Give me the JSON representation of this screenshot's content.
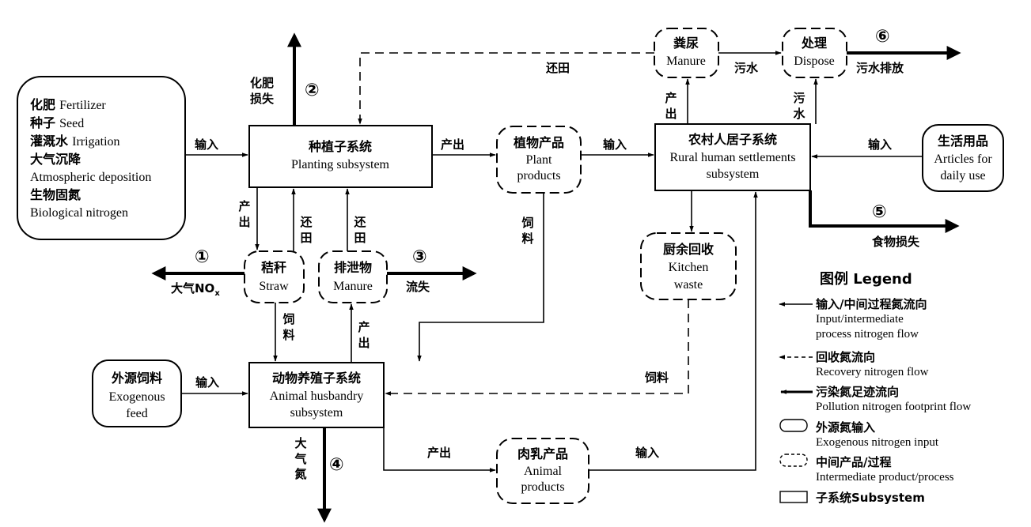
{
  "exogenous_inputs": {
    "lines": [
      {
        "zh": "化肥",
        "en": "Fertilizer"
      },
      {
        "zh": "种子",
        "en": "Seed"
      },
      {
        "zh": "灌溉水",
        "en": "Irrigation"
      },
      {
        "zh": "大气沉降",
        "en": ""
      },
      {
        "zh": "",
        "en": "Atmospheric deposition"
      },
      {
        "zh": "生物固氮",
        "en": ""
      },
      {
        "zh": "",
        "en": "Biological nitrogen"
      }
    ]
  },
  "nodes": {
    "planting": {
      "zh": "种植子系统",
      "en": "Planting subsystem"
    },
    "plant_products": {
      "zh": "植物产品",
      "en1": "Plant",
      "en2": "products"
    },
    "rural": {
      "zh": "农村人居子系统",
      "en1": "Rural human settlements",
      "en2": "subsystem"
    },
    "articles": {
      "zh": "生活用品",
      "en1": "Articles for",
      "en2": "daily use"
    },
    "manure_top": {
      "zh": "粪尿",
      "en": "Manure"
    },
    "dispose": {
      "zh": "处理",
      "en": "Dispose"
    },
    "straw": {
      "zh": "秸秆",
      "en": "Straw"
    },
    "manure_mid": {
      "zh": "排泄物",
      "en": "Manure"
    },
    "kitchen": {
      "zh": "厨余回收",
      "en1": "Kitchen",
      "en2": "waste"
    },
    "exo_feed": {
      "zh": "外源饲料",
      "en1": "Exogenous",
      "en2": "feed"
    },
    "animal": {
      "zh": "动物养殖子系统",
      "en1": "Animal husbandry",
      "en2": "subsystem"
    },
    "animal_products": {
      "zh": "肉乳产品",
      "en1": "Animal",
      "en2": "products"
    }
  },
  "flow_labels": {
    "input": "输入",
    "output": "产出",
    "return_field": "还田",
    "feed": "饲料",
    "fertilizer_loss": "化肥损失",
    "sewage": "污水",
    "sewage_discharge": "污水排放",
    "food_loss": "食物损失",
    "atm_nox_prefix": "大气NO",
    "atm_nox_sub": "x",
    "runoff": "流失",
    "atm_n": "大气氮"
  },
  "markers": {
    "m1": "①",
    "m2": "②",
    "m3": "③",
    "m4": "④",
    "m5": "⑤",
    "m6": "⑥"
  },
  "legend": {
    "title": "图例 Legend",
    "items": [
      {
        "zh": "输入/中间过程氮流向",
        "en1": "Input/intermediate",
        "en2": "process nitrogen flow",
        "icon": "input-flow-arrow-icon"
      },
      {
        "zh": "回收氮流向",
        "en1": "Recovery nitrogen flow",
        "en2": "",
        "icon": "recovery-flow-arrow-icon"
      },
      {
        "zh": "污染氮足迹流向",
        "en1": "Pollution nitrogen footprint flow",
        "en2": "",
        "icon": "pollution-flow-arrow-icon"
      },
      {
        "zh": "外源氮输入",
        "en1": "Exogenous nitrogen input",
        "en2": "",
        "icon": "rounded-box-icon"
      },
      {
        "zh": "中间产品/过程",
        "en1": "Intermediate product/process",
        "en2": "",
        "icon": "dashed-rounded-box-icon"
      },
      {
        "zh": "子系统Subsystem",
        "en1": "",
        "en2": "",
        "icon": "rectangle-box-icon"
      }
    ]
  },
  "colors": {
    "stroke": "#000000",
    "background": "#ffffff"
  }
}
